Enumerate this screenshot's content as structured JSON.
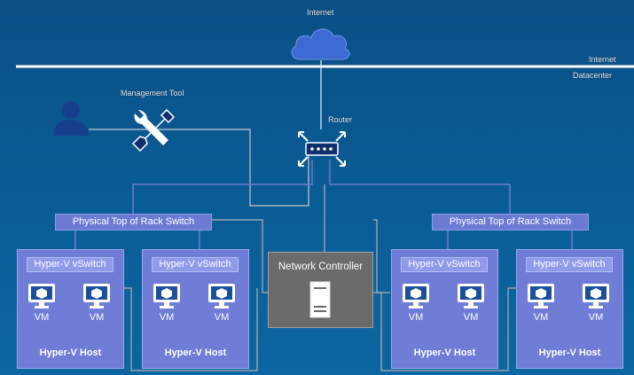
{
  "labels": {
    "internet_cloud": "Internet",
    "internet_side": "Internet",
    "datacenter_side": "Datacenter",
    "management_tool": "Management Tool",
    "router": "Router"
  },
  "tor_switches": [
    {
      "label": "Physical Top of Rack Switch"
    },
    {
      "label": "Physical Top of Rack Switch"
    }
  ],
  "network_controller": {
    "label": "Network Controller"
  },
  "hosts": [
    {
      "label": "Hyper-V Host",
      "vswitch": "Hyper-V vSwitch",
      "vms": [
        "VM",
        "VM"
      ]
    },
    {
      "label": "Hyper-V Host",
      "vswitch": "Hyper-V vSwitch",
      "vms": [
        "VM",
        "VM"
      ]
    },
    {
      "label": "Hyper-V Host",
      "vswitch": "Hyper-V vSwitch",
      "vms": [
        "VM",
        "VM"
      ]
    },
    {
      "label": "Hyper-V Host",
      "vswitch": "Hyper-V vSwitch",
      "vms": [
        "VM",
        "VM"
      ]
    }
  ],
  "colors": {
    "background": "#0a5a93",
    "host_fill": "#6f7dd6",
    "vswitch_fill": "#8f9be8",
    "controller_fill": "#6b6b6b",
    "icon_blue": "#1b4f9c"
  },
  "icons": {
    "cloud": "cloud-icon",
    "user": "user-icon",
    "tools": "wrench-screwdriver-icon",
    "router": "router-icon",
    "server": "server-icon",
    "vm": "vm-monitor-icon"
  }
}
